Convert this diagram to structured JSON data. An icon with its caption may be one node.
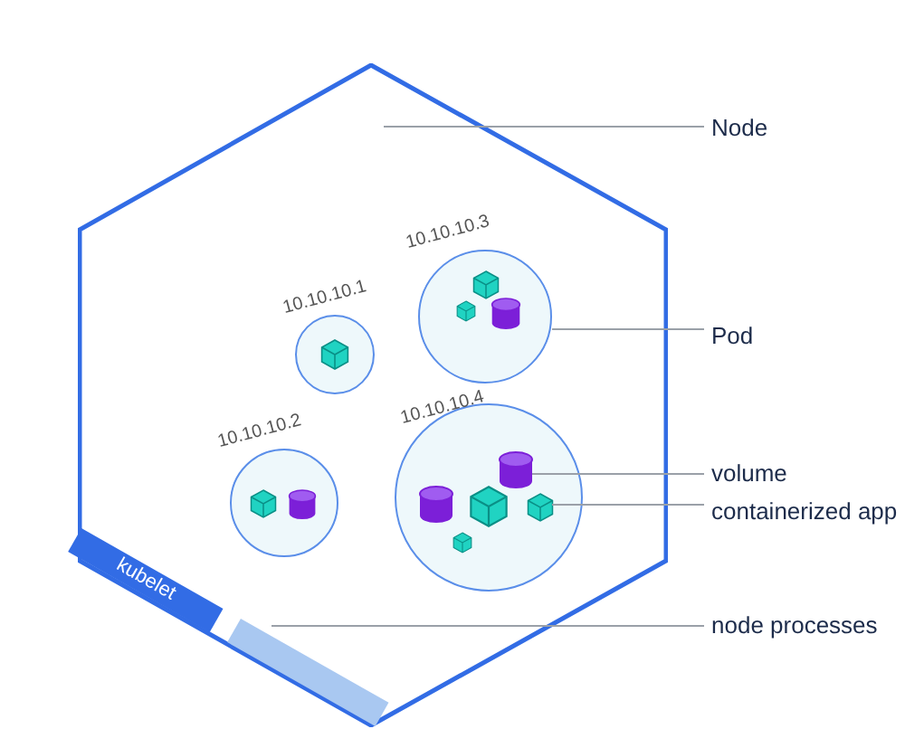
{
  "diagram": {
    "nodes": [
      {
        "text": [],
        "shape": "hexagon"
      },
      {
        "text": [
          "Node"
        ]
      },
      {
        "text": [
          "10.10.10.3"
        ],
        "in": 0
      },
      {
        "text": [
          "10.10.10.1"
        ],
        "in": 0
      },
      {
        "text": [
          "Pod"
        ]
      },
      {
        "text": [
          "10.10.10.4"
        ],
        "in": 0
      },
      {
        "text": [],
        "shape": "cylinder",
        "in": 5
      },
      {
        "text": [
          "volume"
        ]
      },
      {
        "text": [],
        "shape": "box",
        "in": 5
      },
      {
        "text": [
          "containerized app"
        ]
      },
      {
        "text": [
          "10.10.10.2"
        ],
        "in": 0
      },
      {
        "text": [
          "kubelet"
        ],
        "in": 0
      },
      {
        "text": [],
        "shape": "bar",
        "in": 0
      },
      {
        "text": [
          "node processes"
        ]
      }
    ],
    "edges": [
      {
        "from": 1,
        "to": 0,
        "arrow": "none"
      },
      {
        "from": 4,
        "to": 2,
        "arrow": "none"
      },
      {
        "from": 7,
        "to": 6,
        "arrow": "none"
      },
      {
        "from": 9,
        "to": 8,
        "arrow": "none"
      },
      {
        "from": 13,
        "to": 12,
        "arrow": "none"
      }
    ]
  }
}
